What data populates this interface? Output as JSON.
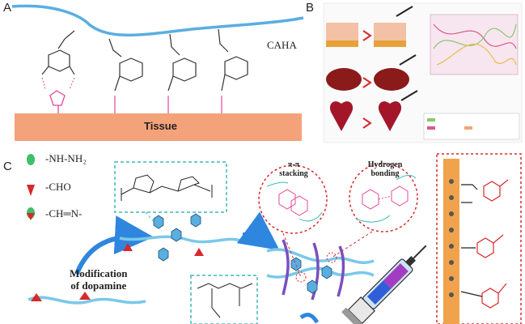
{
  "panels": {
    "a": {
      "letter": "A",
      "polymer_label": "CAHA",
      "tissue_label": "Tissue"
    },
    "b": {
      "letter": "B"
    },
    "c": {
      "letter": "C",
      "legend": [
        {
          "text": "-NH-NH₂",
          "color": "#3fbf6a"
        },
        {
          "text": "-CHO",
          "color": "#d8282a"
        },
        {
          "text": "-CH═N-",
          "color": "#d8282a"
        }
      ],
      "modification_label_line1": "Modification",
      "modification_label_line2": "of dopamine",
      "stacking_label_line1": "π-π",
      "stacking_label_line2": "stacking",
      "hbond_label_line1": "Hydrogen",
      "hbond_label_line2": "bonding"
    }
  },
  "colors": {
    "polymer": "#5aaee0",
    "tissue": "#f4a27a",
    "dopamine_pink": "#e5479b",
    "accent_red": "#d8282a",
    "arrow_blue": "#2e86de",
    "bar_orange": "#f0a34c",
    "dash_teal": "#3fb8b8"
  }
}
